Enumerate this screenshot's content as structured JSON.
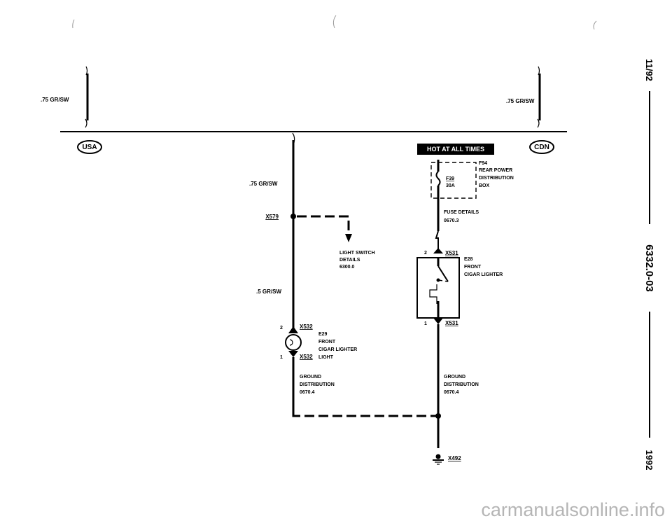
{
  "wires": {
    "top_left": ".75 GR/SW",
    "top_right": ".75 GR/SW",
    "usa_branch": ".75 GR/SW",
    "lower_branch": ".5 GR/SW"
  },
  "region_badges": {
    "usa": "USA",
    "cdn": "CDN"
  },
  "hot_label": "HOT AT ALL TIMES",
  "fuse_box": {
    "ref": "F94",
    "lines": [
      "REAR POWER",
      "DISTRIBUTION",
      "BOX"
    ],
    "fuse_id": "F39",
    "fuse_rating": "30A"
  },
  "fuse_details": {
    "title": "FUSE DETAILS",
    "ref": "0670.3"
  },
  "connector_x579": "X579",
  "light_switch": {
    "line1": "LIGHT SWITCH",
    "line2": "DETAILS",
    "ref": "6300.0"
  },
  "cigar_lighter": {
    "pin_top": "2",
    "pin_bottom": "1",
    "connector": "X531",
    "ref": "E28",
    "line1": "FRONT",
    "line2": "CIGAR LIGHTER"
  },
  "lighter_light": {
    "pin_top": "2",
    "pin_bottom": "1",
    "connector": "X532",
    "ref": "E29",
    "line1": "FRONT",
    "line2": "CIGAR LIGHTER",
    "line3": "LIGHT"
  },
  "ground_left": {
    "line1": "GROUND",
    "line2": "DISTRIBUTION",
    "ref": "0670.4"
  },
  "ground_right": {
    "line1": "GROUND",
    "line2": "DISTRIBUTION",
    "ref": "0670.4"
  },
  "ground_point": "X492",
  "side_margin": {
    "date": "11/92",
    "page_id": "6332.0-03",
    "year": "1992"
  },
  "watermark": "carmanualsonline.info"
}
